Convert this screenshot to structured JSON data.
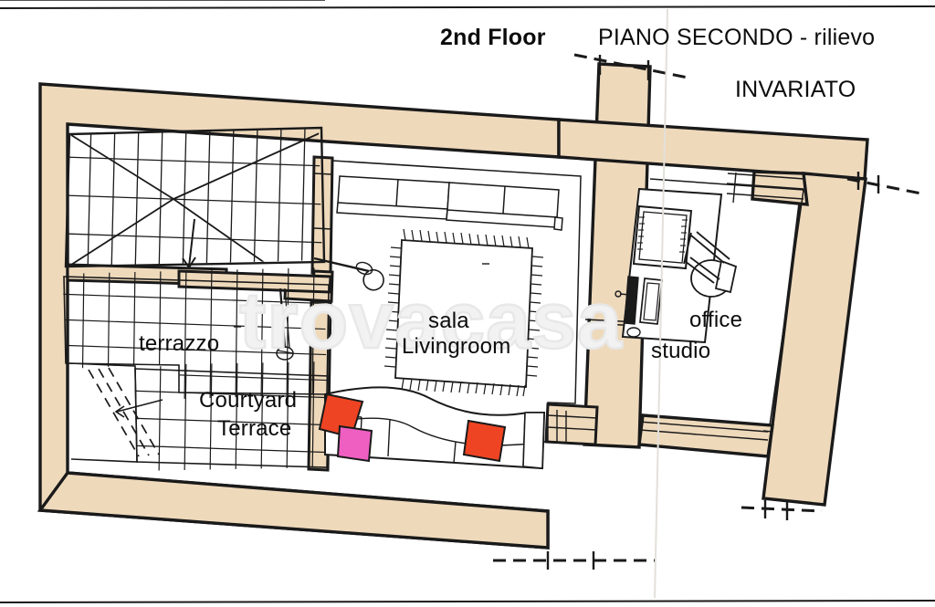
{
  "document": {
    "type": "architectural-floor-plan",
    "title_en": "2nd Floor",
    "title_it": "PIANO SECONDO - rilievo",
    "note_it": "INVARIATO",
    "watermark": "trovacasa"
  },
  "header": {
    "floor_label_en": "2nd Floor",
    "floor_label_it": "PIANO SECONDO - rilievo",
    "status_label": "INVARIATO"
  },
  "rooms": [
    {
      "id": "sala-livingroom",
      "label_it": "sala",
      "label_en": "Livingroom",
      "furniture": [
        "rug",
        "sofa",
        "cushion-orange-left",
        "cushion-pink",
        "cushion-orange-right",
        "shelving-unit",
        "door-swing"
      ]
    },
    {
      "id": "office-studio",
      "label_en": "office",
      "label_it": "studio",
      "furniture": [
        "desk",
        "monitor",
        "keyboard",
        "office-chair",
        "cabinet"
      ]
    },
    {
      "id": "terrazzo",
      "label_it": "terrazzo",
      "label_en": "",
      "furniture": [
        "paving-grid",
        "stair-run"
      ]
    },
    {
      "id": "courtyard-terrace",
      "label_en_line1": "Courtyard",
      "label_en_line2": "Terrace",
      "furniture": [
        "paving-grid",
        "ramp-hatch"
      ]
    }
  ],
  "labels": {
    "sala": "sala",
    "livingroom": "Livingroom",
    "office": "office",
    "studio": "studio",
    "terrazzo": "terrazzo",
    "courtyard": "Courtyard",
    "terrace": "Terrace"
  },
  "colors": {
    "wall_fill": "#eed9bb",
    "wall_stroke": "#1a1a1a",
    "paper": "#ffffff",
    "furniture_stroke": "#1a1a1a",
    "cushion_orange": "#ef4423",
    "cushion_pink": "#ef5fc2",
    "watermark": "#ededed",
    "text": "#0c0c0c"
  },
  "annotations": {
    "section_cut_top": "dashed-section-line",
    "section_cut_bottom": "dashed-section-line",
    "section_cut_right_upper": "dashed-section-line",
    "section_cut_right_lower": "dashed-section-line"
  }
}
